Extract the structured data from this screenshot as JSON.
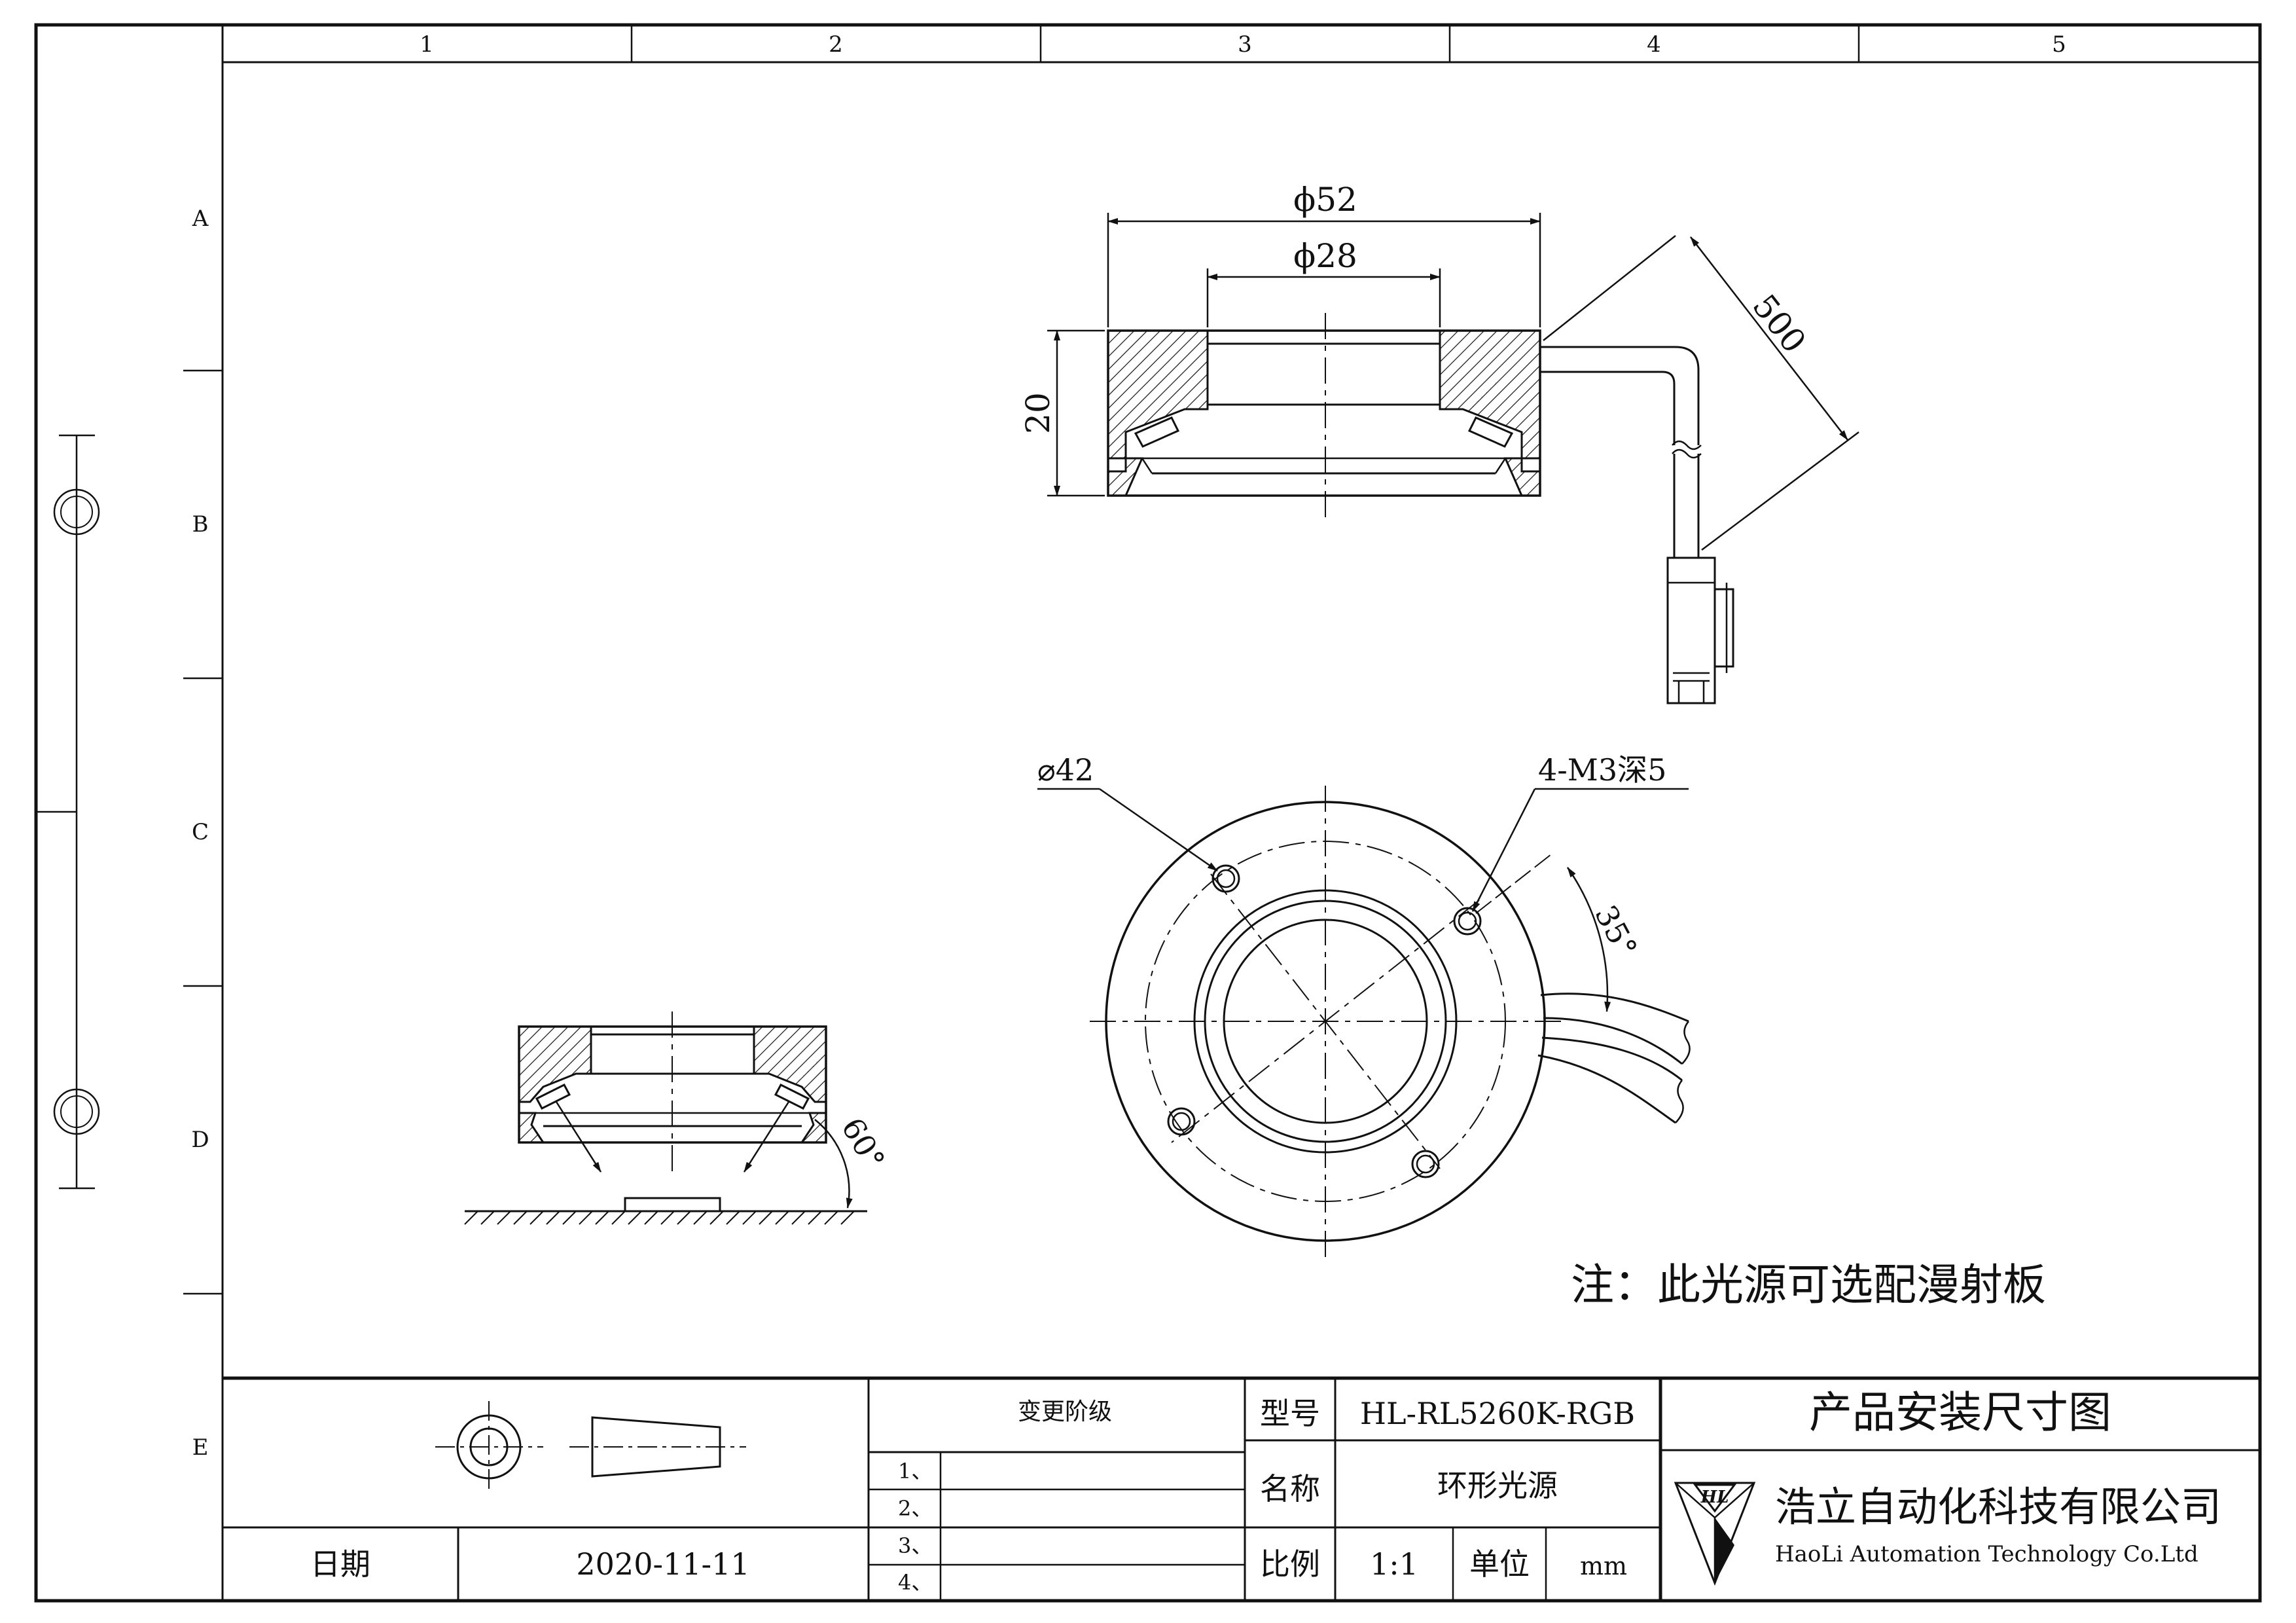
{
  "frame": {
    "columns": [
      "1",
      "2",
      "3",
      "4",
      "5"
    ],
    "rows": [
      "A",
      "B",
      "C",
      "D",
      "E"
    ]
  },
  "dimensions": {
    "outer_diameter": "ϕ52",
    "inner_diameter": "ϕ28",
    "height": "20",
    "cable_length": "500",
    "hole_circle": "⌀42",
    "mount_holes": "4-M3深5",
    "cable_angle": "35°",
    "lighting_angle": "60°"
  },
  "note": "注：此光源可选配漫射板",
  "title_block": {
    "change_level_label": "变更阶级",
    "change_items": [
      "1、",
      "2、",
      "3、",
      "4、"
    ],
    "date_label": "日期",
    "date_value": "2020-11-11",
    "model_label": "型号",
    "model_value": "HL-RL5260K-RGB",
    "name_label": "名称",
    "name_value": "环形光源",
    "scale_label": "比例",
    "scale_value": "1:1",
    "unit_label": "单位",
    "unit_value": "mm",
    "drawing_title": "产品安装尺寸图",
    "company_cn": "浩立自动化科技有限公司",
    "company_en": "HaoLi Automation Technology Co.Ltd",
    "logo_text": "HL"
  },
  "colors": {
    "ink": "#111111",
    "paper": "#ffffff"
  }
}
